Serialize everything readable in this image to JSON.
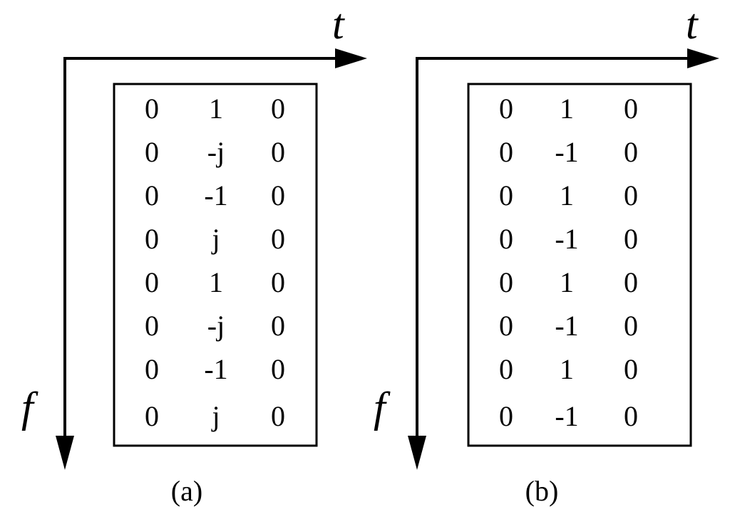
{
  "panels": [
    {
      "caption": "(a)",
      "time_axis_label": "t",
      "freq_axis_label": "f",
      "matrix": [
        [
          "0",
          "1",
          "0"
        ],
        [
          "0",
          "-j",
          "0"
        ],
        [
          "0",
          "-1",
          "0"
        ],
        [
          "0",
          "j",
          "0"
        ],
        [
          "0",
          "1",
          "0"
        ],
        [
          "0",
          "-j",
          "0"
        ],
        [
          "0",
          "-1",
          "0"
        ],
        [
          "0",
          "j",
          "0"
        ]
      ]
    },
    {
      "caption": "(b)",
      "time_axis_label": "t",
      "freq_axis_label": "f",
      "matrix": [
        [
          "0",
          "1",
          "0"
        ],
        [
          "0",
          "-1",
          "0"
        ],
        [
          "0",
          "1",
          "0"
        ],
        [
          "0",
          "-1",
          "0"
        ],
        [
          "0",
          "1",
          "0"
        ],
        [
          "0",
          "-1",
          "0"
        ],
        [
          "0",
          "1",
          "0"
        ],
        [
          "0",
          "-1",
          "0"
        ]
      ]
    }
  ]
}
